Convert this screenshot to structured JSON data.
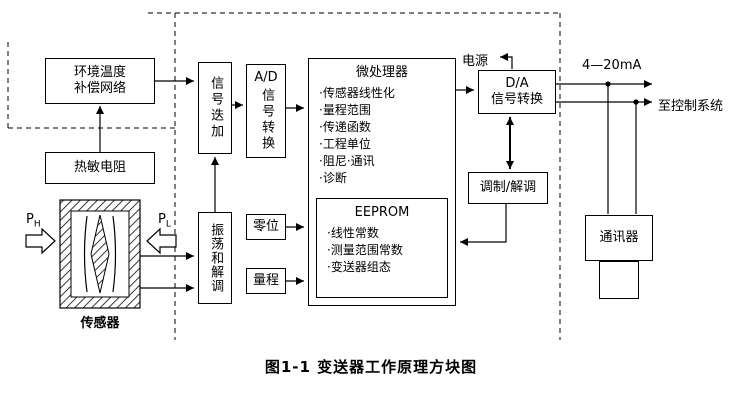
{
  "diagram": {
    "caption": "图1-1  变送器工作原理方块图",
    "boxes": {
      "temp_comp": {
        "line1": "环境温度",
        "line2": "补偿网络"
      },
      "thermistor": "热敏电阻",
      "signal_sum": "信号迭加",
      "ad": {
        "title": "A/D",
        "label": "信号转换"
      },
      "osc_demod": "振荡和解调",
      "zero": "零位",
      "span": "量程",
      "micro": {
        "title": "微处理器",
        "items": [
          "·传感器线性化",
          "·量程范围",
          "·传递函数",
          "·工程单位",
          "·阻尼·通讯",
          "·诊断"
        ]
      },
      "eeprom": {
        "title": "EEPROM",
        "items": [
          "·线性常数",
          "·测量范围常数",
          "·变送器组态"
        ]
      },
      "da": {
        "line1": "D/A",
        "line2": "信号转换"
      },
      "mod_demod": "调制/解调",
      "communicator": "通讯器"
    },
    "labels": {
      "power": "电源",
      "current": "4—20mA",
      "to_control": "至控制系统",
      "p_high": {
        "main": "P",
        "sub": "H"
      },
      "p_low": {
        "main": "P",
        "sub": "L"
      },
      "sensor": "传感器"
    },
    "colors": {
      "line": "#000000",
      "background": "#ffffff"
    }
  }
}
